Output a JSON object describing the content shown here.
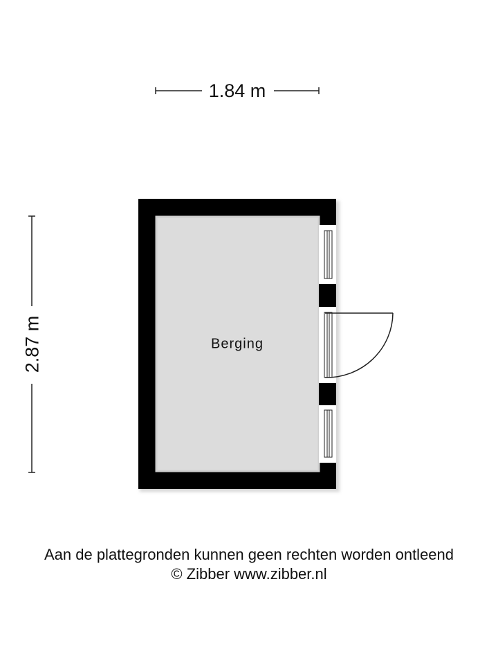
{
  "dimensions": {
    "width_label": "1.84 m",
    "height_label": "2.87 m"
  },
  "rooms": [
    {
      "name": "Berging"
    }
  ],
  "colors": {
    "wall": "#000000",
    "floor": "#dcdcdc",
    "background": "#ffffff",
    "lines": "#222222"
  },
  "footer": {
    "disclaimer": "Aan de plattegronden kunnen geen rechten worden ontleend",
    "copyright": "© Zibber www.zibber.nl"
  }
}
